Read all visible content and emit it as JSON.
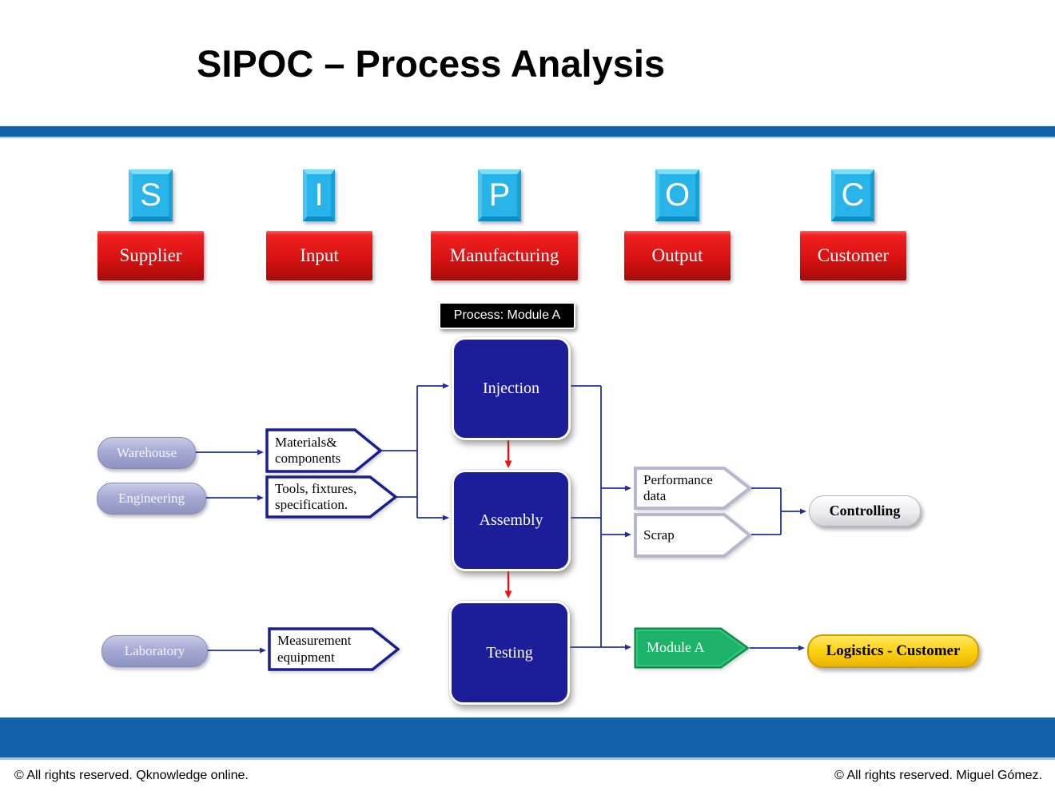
{
  "title": "SIPOC – Process Analysis",
  "sipoc_columns": [
    {
      "letter": "S",
      "label": "Supplier"
    },
    {
      "letter": "I",
      "label": "Input"
    },
    {
      "letter": "P",
      "label": "Manufacturing"
    },
    {
      "letter": "O",
      "label": "Output"
    },
    {
      "letter": "C",
      "label": "Customer"
    }
  ],
  "process": {
    "label": "Process: Module A",
    "steps": [
      "Injection",
      "Assembly",
      "Testing"
    ]
  },
  "suppliers": [
    "Warehouse",
    "Engineering",
    "Laboratory"
  ],
  "inputs": [
    "Materials&\ncomponents",
    "Tools, fixtures,\nspecification.",
    "Measurement\nequipment"
  ],
  "outputs": [
    "Performance\ndata",
    "Scrap",
    "Module A"
  ],
  "customers": [
    "Controlling",
    "Logistics - Customer"
  ],
  "footer": {
    "left": "© All rights reserved. Qknowledge online.",
    "right": "© All rights reserved. Miguel Gómez."
  },
  "colors": {
    "bar_blue": "#1361a8",
    "letter_cyan": "#29b4e9",
    "category_red": "#da1212",
    "process_navy": "#1c1d99",
    "connector_navy": "#232e9b",
    "flow_arrow_red": "#ee1111",
    "supplier_lavender": "#a6aad4",
    "output_green": "#1cb268",
    "customer_yellow": "#ffd414",
    "output_chevron_border": "#b4b7cd",
    "input_chevron_border": "#1a1f8f"
  }
}
